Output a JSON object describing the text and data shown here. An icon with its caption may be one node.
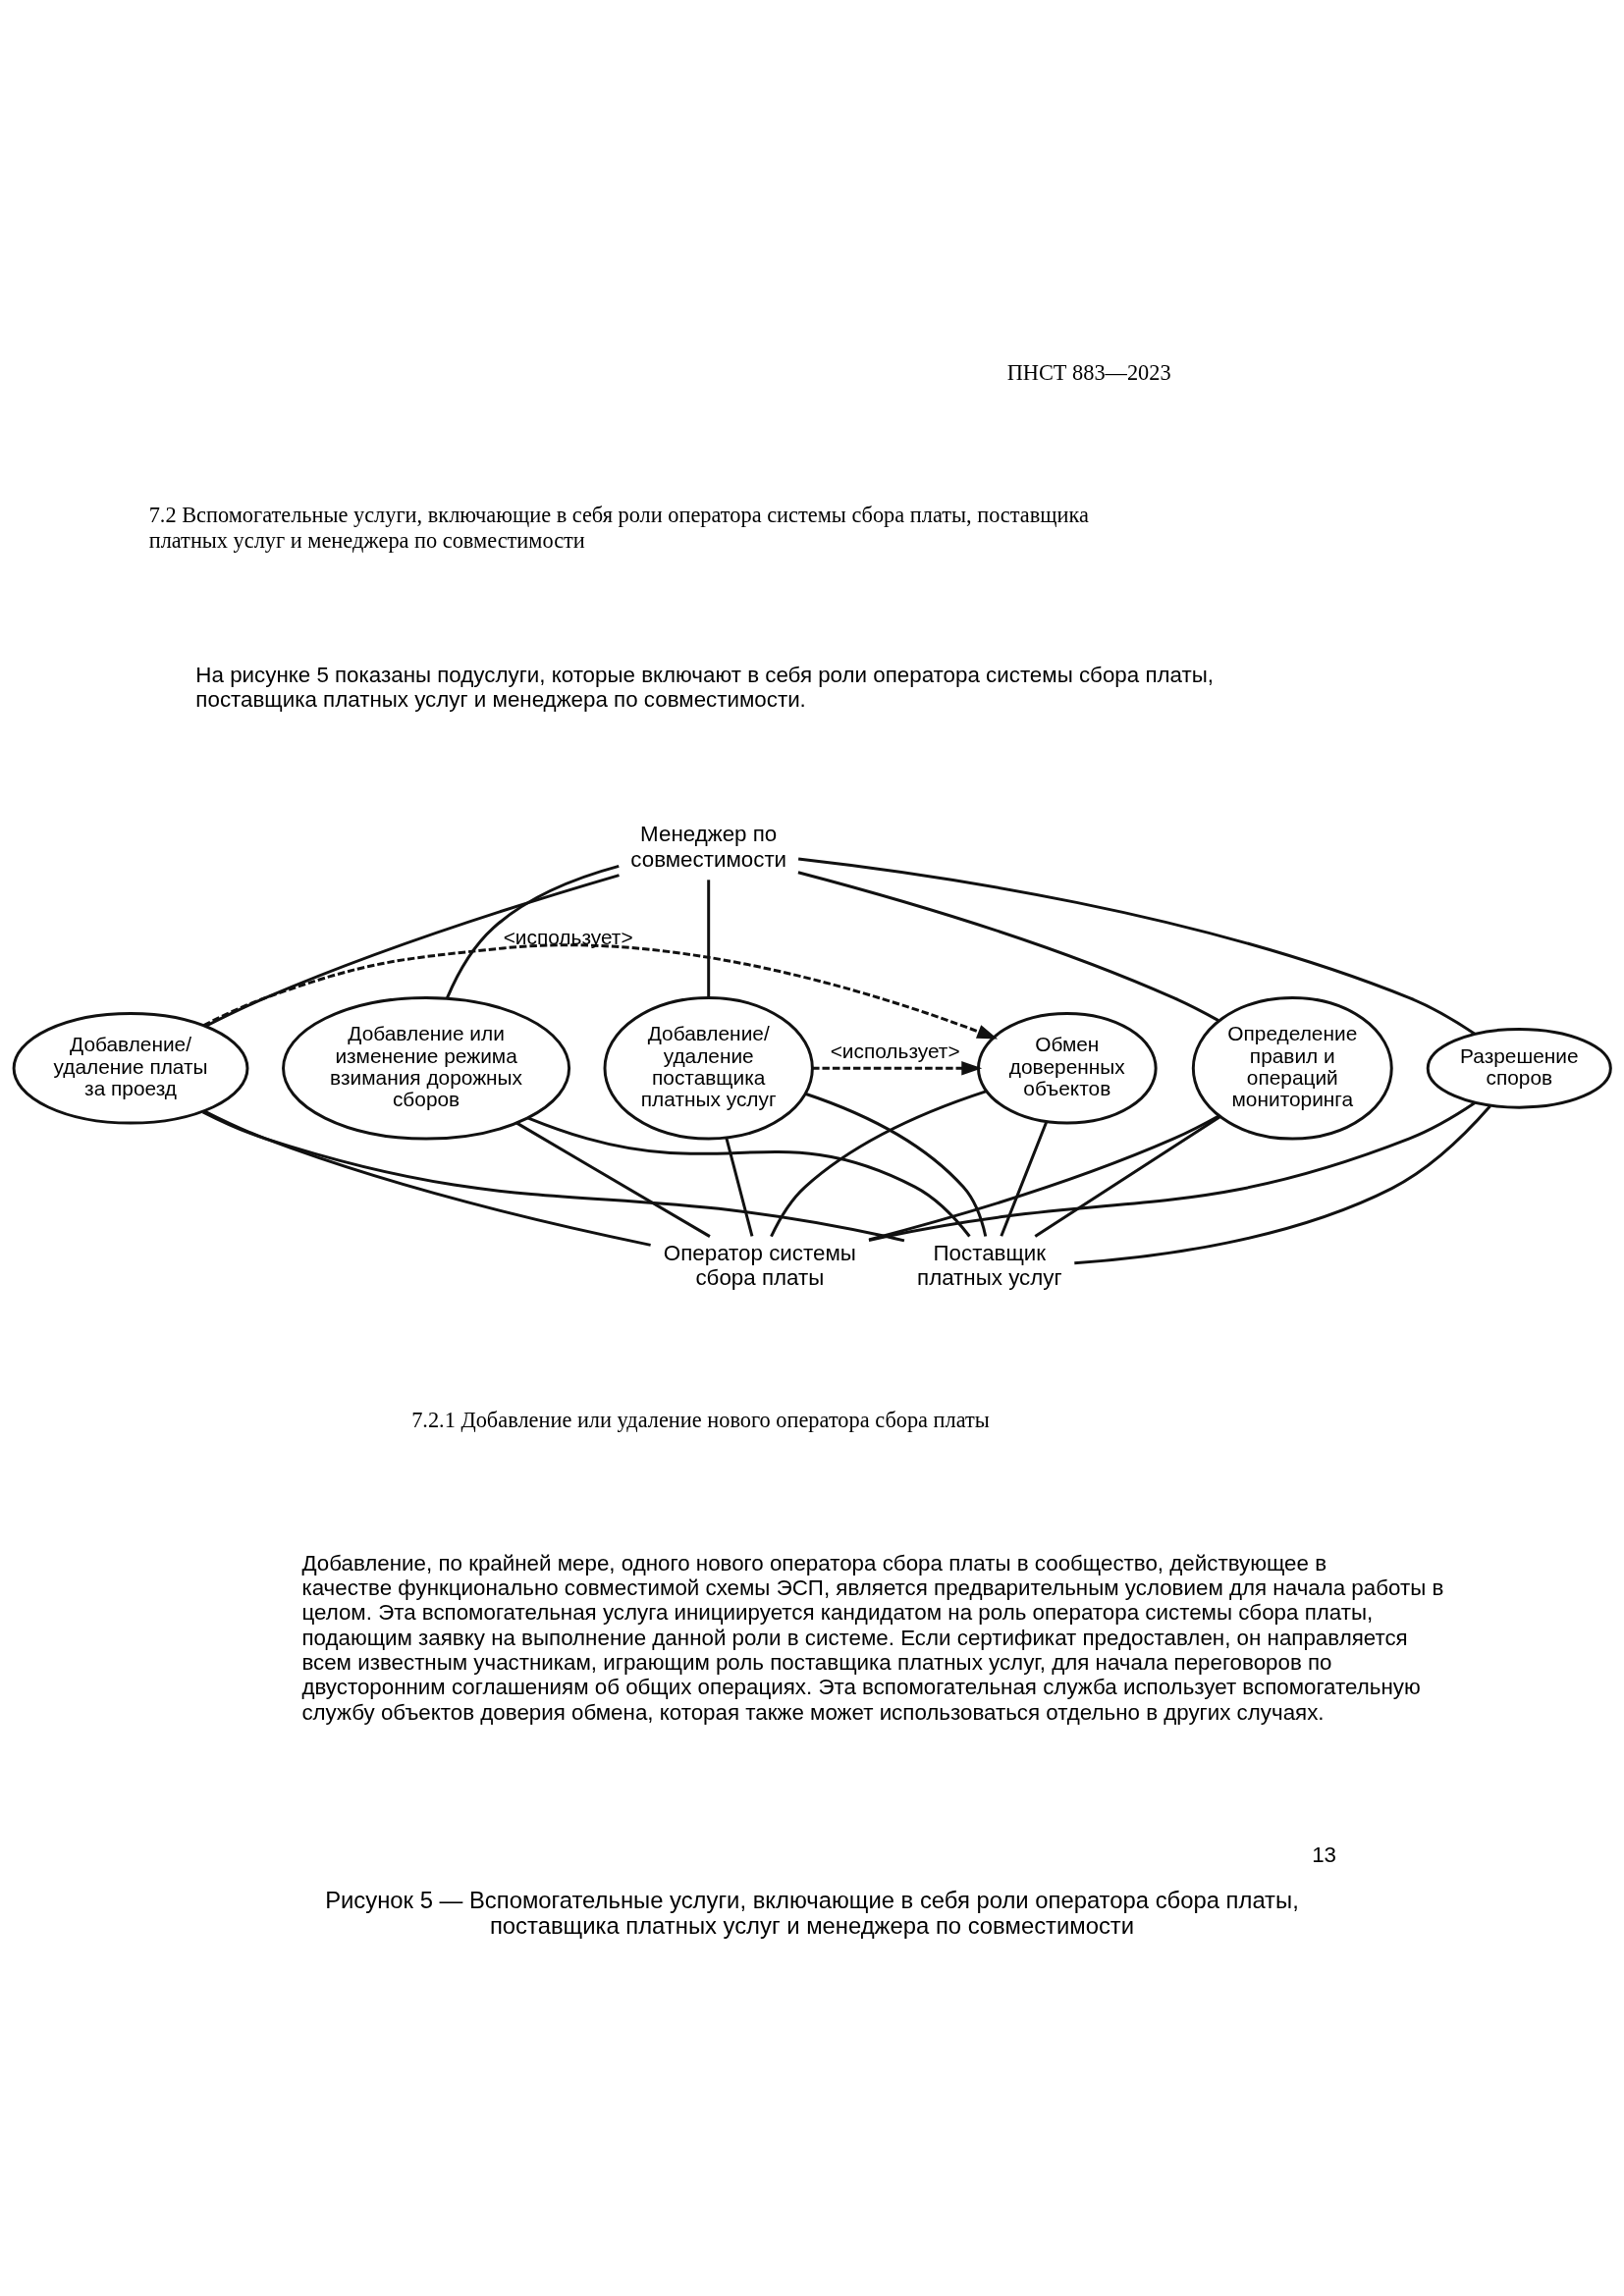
{
  "diagram": {
    "caption": "Рисунок 5 — Вспомогательные услуги, включающие в себя роли оператора сбора платы, поставщика платных услуг и менеджера по совместимости",
    "nodes": [
      {
        "text": [
          "Менеджер по совместимости"
        ]
      },
      {
        "text": [
          "Добавление/ удаление платы за проезд"
        ]
      },
      {
        "text": [
          "Обмен доверенных объектов"
        ]
      },
      {
        "text": [
          "Добавление/ удаление поставщика платных услуг"
        ]
      },
      {
        "text": [
          "Добавление или изменение режима взимания дорожных сборов"
        ]
      },
      {
        "text": [
          "Определение правил и операций мониторинга"
        ]
      },
      {
        "text": [
          "Разрешение споров"
        ]
      },
      {
        "text": [
          "Оператор системы сбора платы"
        ]
      },
      {
        "text": [
          "Поставщик платных услуг"
        ]
      }
    ],
    "edges": [
      {
        "from": 0,
        "to": 1,
        "arrow": "none"
      },
      {
        "from": 0,
        "to": 3,
        "arrow": "none"
      },
      {
        "from": 0,
        "to": 4,
        "arrow": "none"
      },
      {
        "from": 0,
        "to": 5,
        "arrow": "none"
      },
      {
        "from": 0,
        "to": 6,
        "arrow": "none"
      },
      {
        "from": 1,
        "to": 2,
        "arrow": "to",
        "style": "dashed",
        "label": "<использует>"
      },
      {
        "from": 3,
        "to": 2,
        "arrow": "to",
        "style": "dashed",
        "label": "<использует>"
      },
      {
        "from": 1,
        "to": 7,
        "arrow": "none"
      },
      {
        "from": 2,
        "to": 7,
        "arrow": "none"
      },
      {
        "from": 3,
        "to": 7,
        "arrow": "none"
      },
      {
        "from": 4,
        "to": 7,
        "arrow": "none"
      },
      {
        "from": 5,
        "to": 7,
        "arrow": "none"
      },
      {
        "from": 6,
        "to": 7,
        "arrow": "none"
      },
      {
        "from": 1,
        "to": 8,
        "arrow": "none"
      },
      {
        "from": 2,
        "to": 8,
        "arrow": "none"
      },
      {
        "from": 3,
        "to": 8,
        "arrow": "none"
      },
      {
        "from": 4,
        "to": 8,
        "arrow": "none"
      },
      {
        "from": 5,
        "to": 8,
        "arrow": "none"
      },
      {
        "from": 6,
        "to": 8,
        "arrow": "none"
      }
    ],
    "labels": [
      "ПНСТ 883—2023",
      "7.2 Вспомогательные услуги, включающие в себя роли оператора системы сбора платы, поставщика платных услуг и менеджера по совместимости",
      "На рисунке 5 показаны подуслуги, которые включают в себя роли оператора системы сбора платы, поставщика платных услуг и менеджера по совместимости.",
      "7.2.1 Добавление или удаление нового оператора сбора платы",
      "Добавление, по крайней мере, одного нового оператора сбора платы в сообщество, действующее в качестве функционально совместимой схемы ЭСП, является предварительным условием для начала работы в целом. Эта вспомогательная услуга инициируется кандидатом на роль оператора системы сбора платы, подающим заявку на выполнение данной роли в системе. Если сертификат предоставлен, он направляется всем известным участникам, играющим роль поставщика платных услуг, для начала переговоров по двусторонним соглашениям об общих операциях. Эта вспомогательная служба использует вспомогательную службу объектов доверия обмена, которая также может использоваться отдельно в других случаях.",
      "13"
    ]
  }
}
